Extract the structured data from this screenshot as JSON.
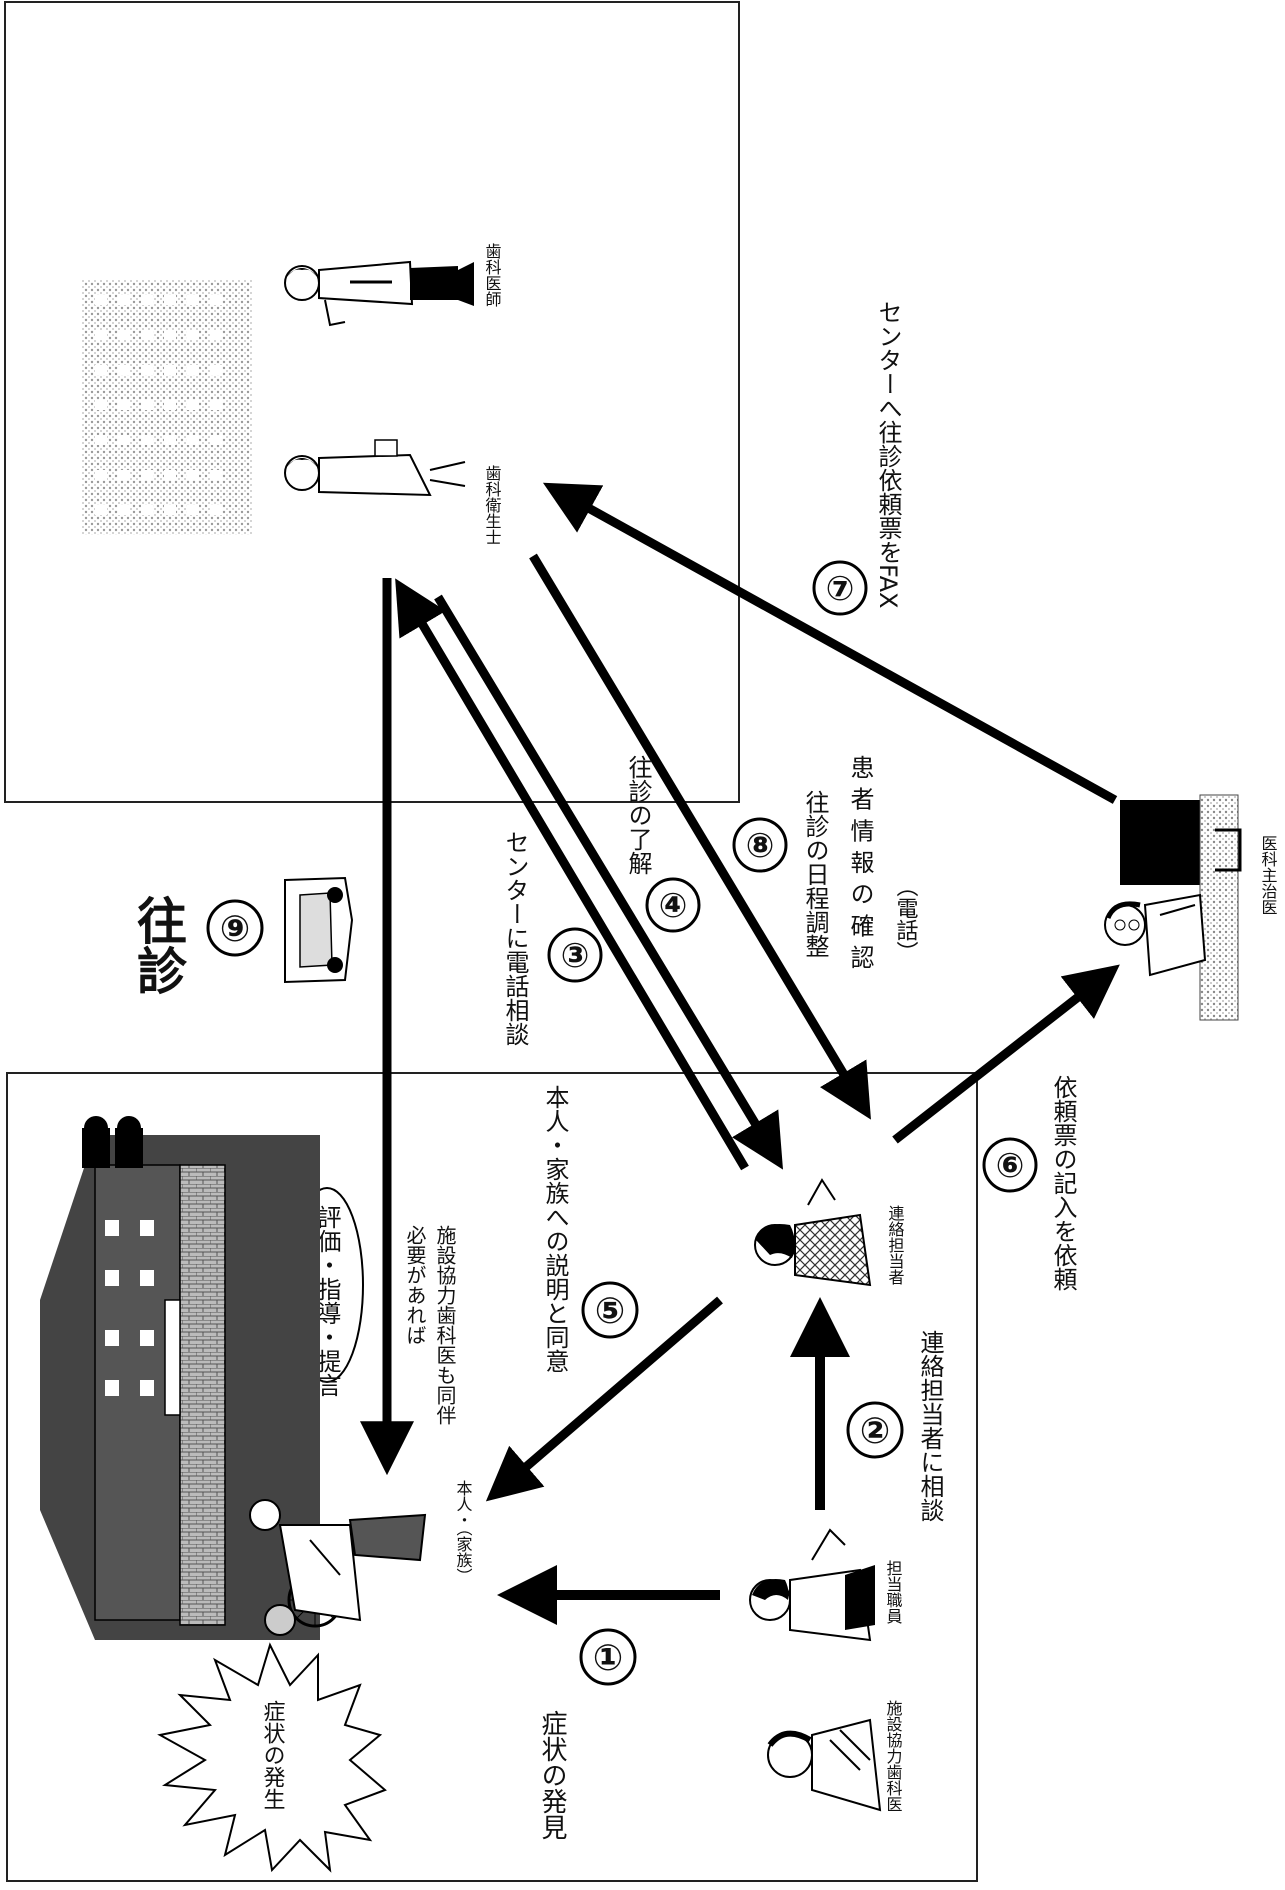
{
  "diagram": {
    "title_visit": "往診",
    "steps": {
      "s1": {
        "num": "①",
        "label": "症状の発見"
      },
      "s2": {
        "num": "②",
        "label": "連絡担当者に相談"
      },
      "s3": {
        "num": "③",
        "label": "センターに電話相談"
      },
      "s4": {
        "num": "④",
        "label": "往診の了解"
      },
      "s5": {
        "num": "⑤",
        "label": "本人・家族への説明と同意"
      },
      "s6": {
        "num": "⑥",
        "label": "依頼票の記入を依頼"
      },
      "s7": {
        "num": "⑦",
        "label": "センターへ往診依頼票をFAX"
      },
      "s8": {
        "num": "⑧",
        "label_line1": "往診の日程調整",
        "label_line2": "患 者 情 報 の 確 認",
        "label_line3": "（電話）"
      },
      "s9": {
        "num": "⑨"
      }
    },
    "people": {
      "dentist": "歯科医師",
      "hygienist": "歯科衛生士",
      "primary_doctor": "医科主治医",
      "contact_person": "連絡担当者",
      "patient": "本人・（家族）",
      "staff": "担当職員",
      "facility_dentist": "施設協力歯科医"
    },
    "notes": {
      "evaluation": "評価・指導・提言",
      "accompany_line1": "必要があれば",
      "accompany_line2": "施設協力歯科医も同伴",
      "symptom": "症状の発生"
    }
  }
}
